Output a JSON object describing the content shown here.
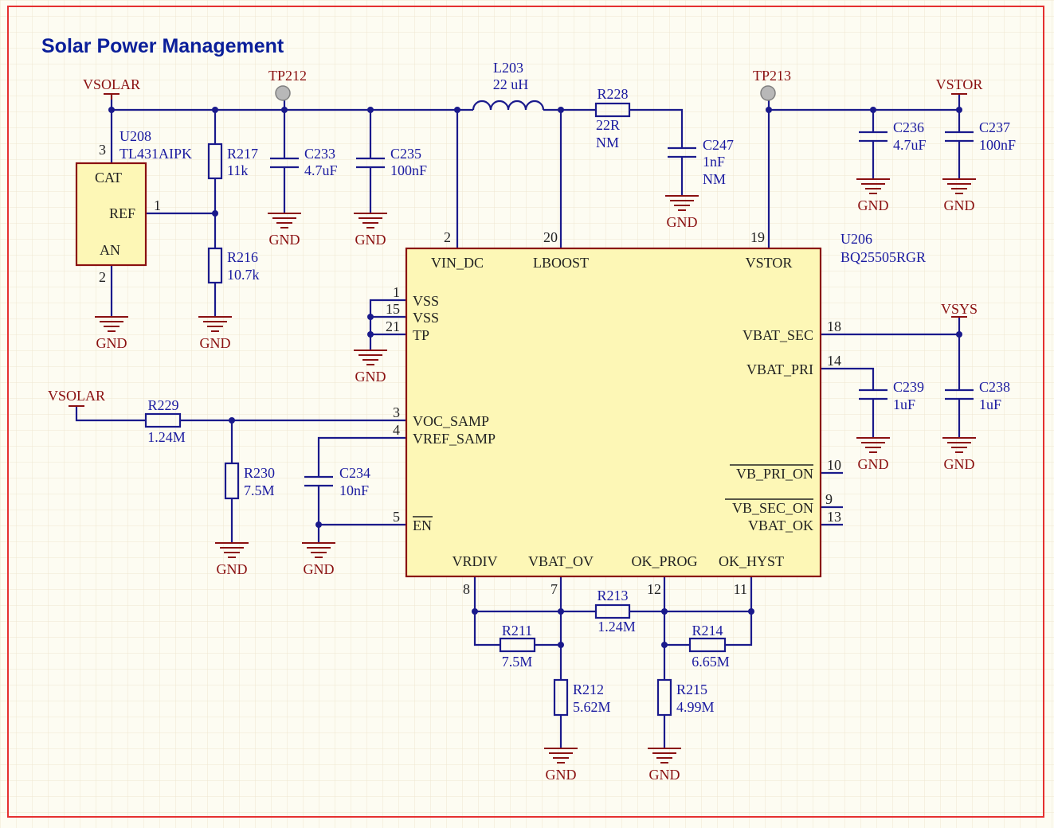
{
  "title": "Solar Power Management",
  "u208": {
    "designator": "U208",
    "part": "TL431AIPK",
    "pin_cat": "CAT",
    "pin_ref": "REF",
    "pin_an": "AN",
    "num_cat": "3",
    "num_ref": "1",
    "num_an": "2"
  },
  "u206": {
    "designator": "U206",
    "part": "BQ25505RGR",
    "vin_dc": "VIN_DC",
    "lboost": "LBOOST",
    "vstor": "VSTOR",
    "vss1": "VSS",
    "vss2": "VSS",
    "tp": "TP",
    "voc_samp": "VOC_SAMP",
    "vref_samp": "VREF_SAMP",
    "en": "EN",
    "vbat_sec": "VBAT_SEC",
    "vbat_pri": "VBAT_PRI",
    "vb_pri_on": "VB_PRI_ON",
    "vb_sec_on": "VB_SEC_ON",
    "vbat_ok": "VBAT_OK",
    "vrdiv": "VRDIV",
    "vbat_ov": "VBAT_OV",
    "ok_prog": "OK_PROG",
    "ok_hyst": "OK_HYST",
    "n2": "2",
    "n20": "20",
    "n19": "19",
    "n1": "1",
    "n15": "15",
    "n21": "21",
    "n3": "3",
    "n4": "4",
    "n5": "5",
    "n18": "18",
    "n14": "14",
    "n10": "10",
    "n9": "9",
    "n13": "13",
    "n8": "8",
    "n7": "7",
    "n12": "12",
    "n11": "11"
  },
  "power": {
    "vsolar": "VSOLAR",
    "vstor": "VSTOR",
    "vsys": "VSYS",
    "gnd": "GND"
  },
  "testpoints": {
    "tp212": "TP212",
    "tp213": "TP213"
  },
  "l203": {
    "des": "L203",
    "val": "22 uH"
  },
  "r217": {
    "des": "R217",
    "val": "11k"
  },
  "r216": {
    "des": "R216",
    "val": "10.7k"
  },
  "c233": {
    "des": "C233",
    "val": "4.7uF"
  },
  "c235": {
    "des": "C235",
    "val": "100nF"
  },
  "r228": {
    "des": "R228",
    "val": "22R",
    "note": "NM"
  },
  "c247": {
    "des": "C247",
    "val": "1nF",
    "note": "NM"
  },
  "c236": {
    "des": "C236",
    "val": "4.7uF"
  },
  "c237": {
    "des": "C237",
    "val": "100nF"
  },
  "r229": {
    "des": "R229",
    "val": "1.24M"
  },
  "r230": {
    "des": "R230",
    "val": "7.5M"
  },
  "c234": {
    "des": "C234",
    "val": "10nF"
  },
  "c239": {
    "des": "C239",
    "val": "1uF"
  },
  "c238": {
    "des": "C238",
    "val": "1uF"
  },
  "r213": {
    "des": "R213",
    "val": "1.24M"
  },
  "r211": {
    "des": "R211",
    "val": "7.5M"
  },
  "r214": {
    "des": "R214",
    "val": "6.65M"
  },
  "r212": {
    "des": "R212",
    "val": "5.62M"
  },
  "r215": {
    "des": "R215",
    "val": "4.99M"
  },
  "colors": {
    "wire": "#1a1a8c",
    "power": "#8a1010",
    "chip_fill": "#fdf7b6",
    "border": "#e53030",
    "background": "#fdfcf2"
  }
}
